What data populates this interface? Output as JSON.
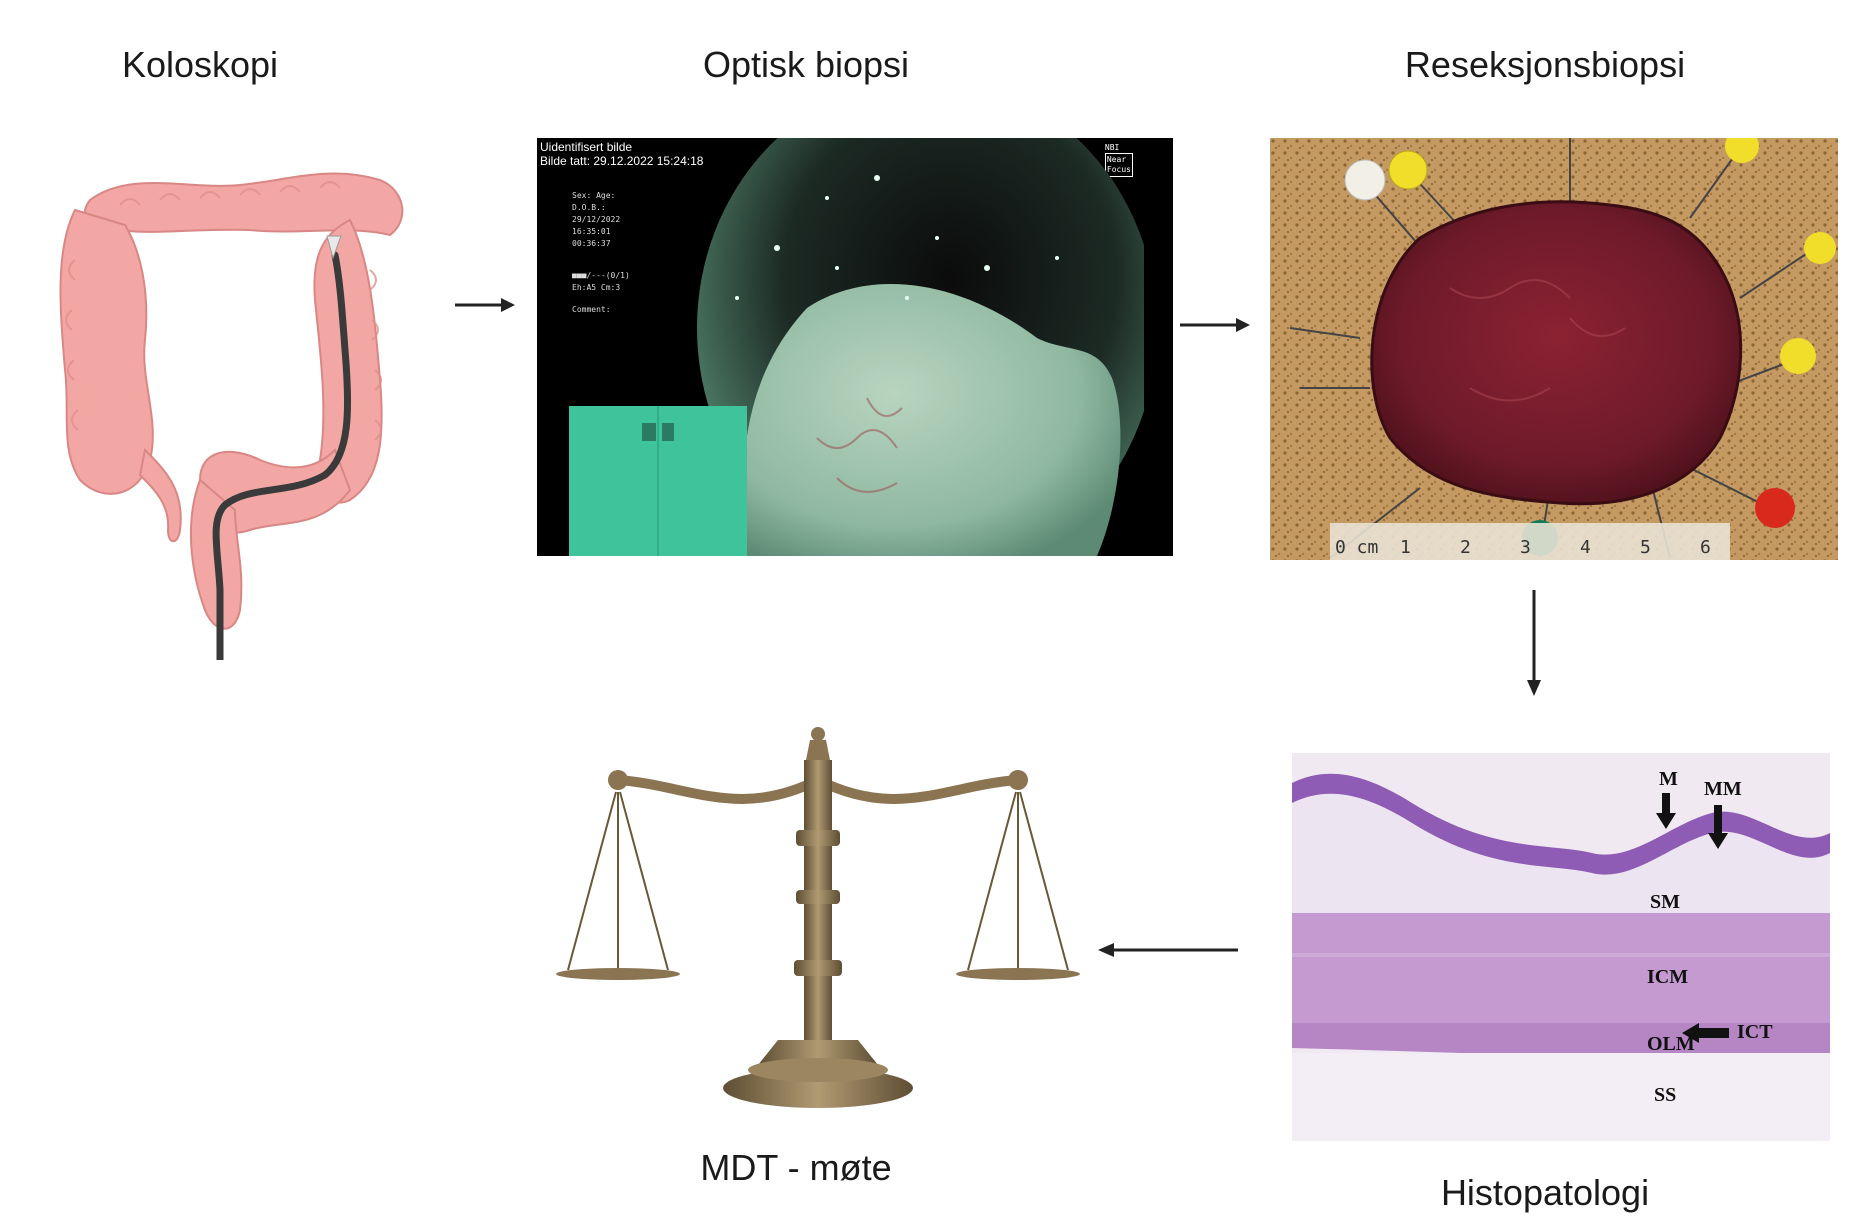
{
  "steps": {
    "colonoscopy": "Koloskopi",
    "optical_biopsy": "Optisk biopsi",
    "resection_biopsy": "Reseksjonsbiopsi",
    "histopathology": "Histopatologi",
    "mdt_meeting": "MDT - møte"
  },
  "endoscope_screen": {
    "header_line1": "Uidentifisert bilde",
    "header_line2": "Bilde tatt: 29.12.2022 15:24:18",
    "mode": "NBI",
    "focus_line1": "Near",
    "focus_line2": "Focus",
    "info_lines": [
      "Sex:   Age:",
      "D.O.B.:",
      "29/12/2022",
      "16:35:01",
      "00:36:37"
    ],
    "status_lines": [
      "■■■/---(0/1)",
      "Eh:A5  Cm:3"
    ],
    "comment": "Comment:"
  },
  "ruler_labels": [
    "0 cm",
    "1",
    "2",
    "3",
    "4",
    "5",
    "6"
  ],
  "histology_labels": {
    "m": "M",
    "mm": "MM",
    "sm": "SM",
    "icm": "ICM",
    "ict": "ICT",
    "olm": "OLM",
    "ss": "SS"
  },
  "colors": {
    "colon": "#f2a7a4",
    "colon_outline": "#d98784",
    "scope": "#3a3a3a",
    "nbi_tissue": "#8fb8a0",
    "specimen": "#7a1e2c",
    "cork": "#c59a62",
    "mucosa": "#8e5bb5",
    "muscle": "#c49ad0",
    "scale_metal": "#8a7452"
  }
}
